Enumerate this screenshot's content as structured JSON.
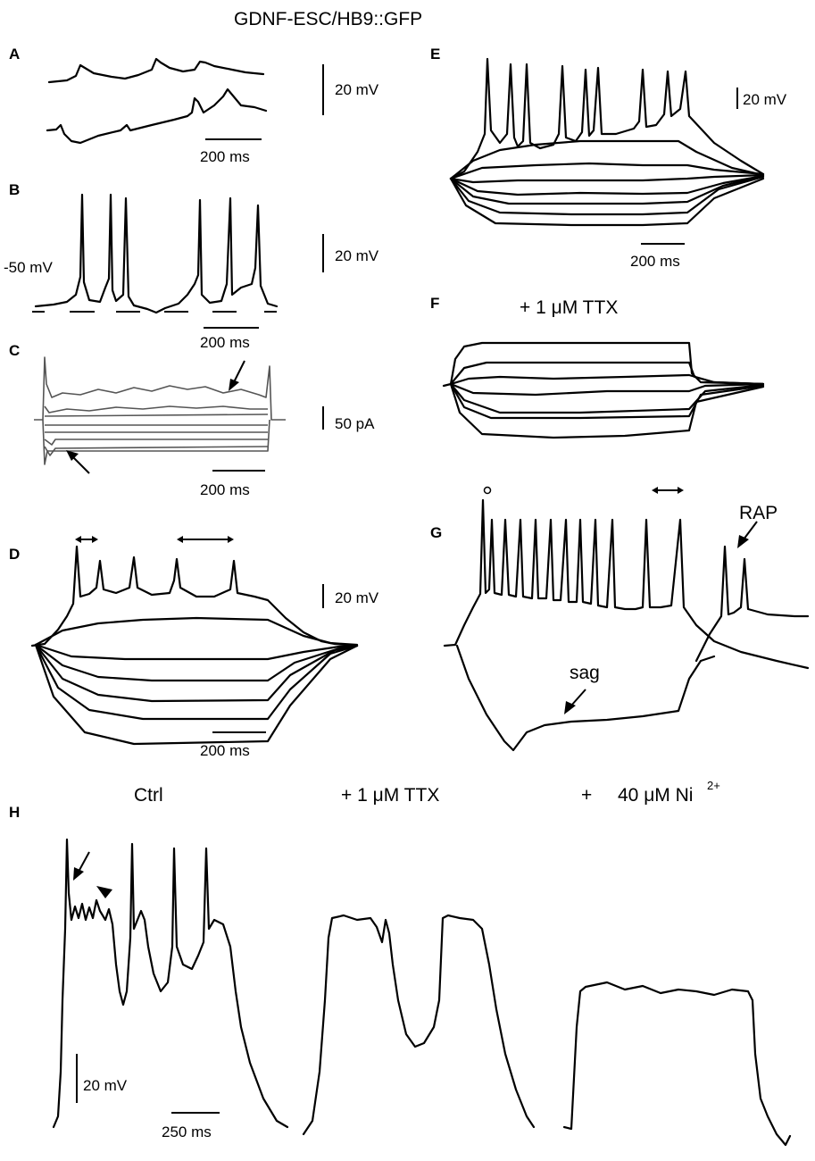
{
  "title": "GDNF-ESC/HB9::GFP",
  "panels": {
    "A": {
      "label": "A",
      "scale_v": "20 mV",
      "scale_t": "200 ms"
    },
    "B": {
      "label": "B",
      "holding": "-50 mV",
      "scale_v": "20 mV",
      "scale_t": "200 ms"
    },
    "C": {
      "label": "C",
      "scale_i": "50 pA",
      "scale_t": "200 ms"
    },
    "D": {
      "label": "D",
      "scale_v": "20 mV",
      "scale_t": "200 ms"
    },
    "E": {
      "label": "E",
      "scale_v": "20 mV",
      "scale_t": "200 ms"
    },
    "F": {
      "label": "F",
      "condition": "+ 1 μM TTX"
    },
    "G": {
      "label": "G",
      "rap": "RAP",
      "sag": "sag"
    },
    "H": {
      "label": "H",
      "conditions": {
        "ctrl": "Ctrl",
        "ttx": "+ 1 μM TTX",
        "ni_prefix": "+",
        "ni_main": "40 μM Ni",
        "ni_sup": "2+"
      },
      "scale_v": "20 mV",
      "scale_t": "250 ms"
    }
  },
  "colors": {
    "trace": "#000000",
    "current_trace": "#555555"
  }
}
